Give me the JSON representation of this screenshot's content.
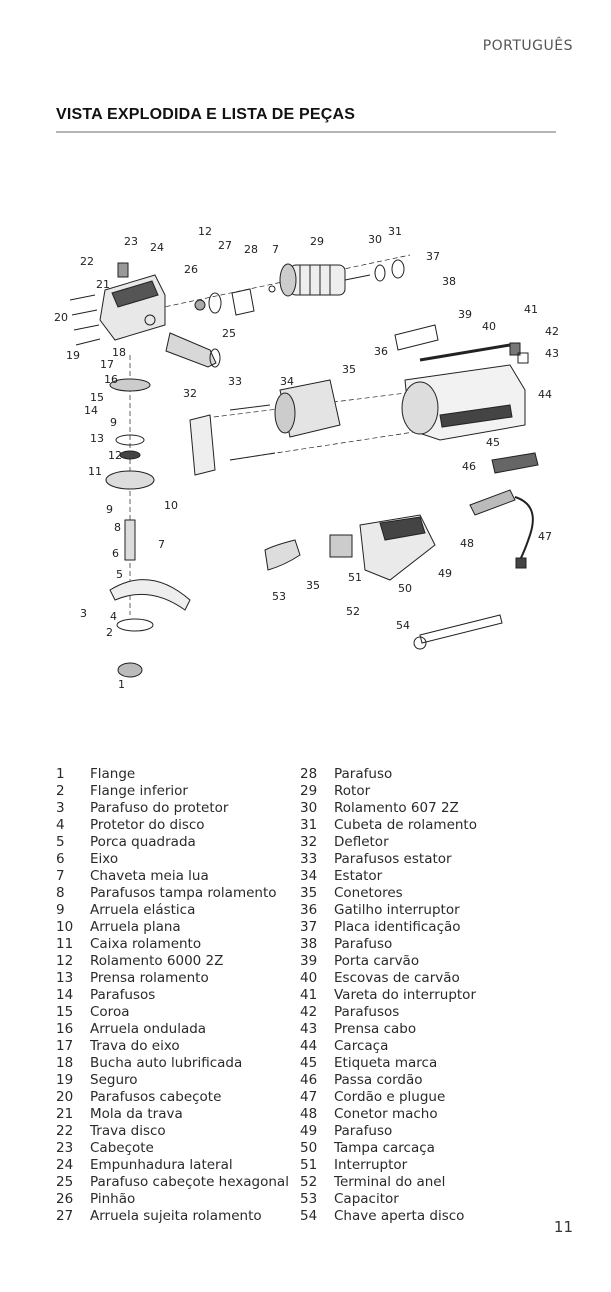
{
  "header": {
    "language": "PORTUGUÊS"
  },
  "section_title": "VISTA EXPLODIDA E LISTA DE PEÇAS",
  "diagram_labels": [
    "1",
    "2",
    "3",
    "4",
    "5",
    "6",
    "7",
    "8",
    "9",
    "10",
    "11",
    "12",
    "13",
    "14",
    "15",
    "16",
    "17",
    "18",
    "19",
    "20",
    "21",
    "22",
    "23",
    "24",
    "25",
    "26",
    "27",
    "28",
    "7",
    "29",
    "30",
    "31",
    "37",
    "38",
    "39",
    "40",
    "41",
    "42",
    "43",
    "44",
    "45",
    "46",
    "47",
    "48",
    "49",
    "50",
    "51",
    "52",
    "53",
    "35",
    "54",
    "36",
    "32",
    "33",
    "34",
    "35",
    "9",
    "12"
  ],
  "parts_left": [
    {
      "n": "1",
      "name": "Flange"
    },
    {
      "n": "2",
      "name": "Flange inferior"
    },
    {
      "n": "3",
      "name": "Parafuso do protetor"
    },
    {
      "n": "4",
      "name": "Protetor do disco"
    },
    {
      "n": "5",
      "name": "Porca quadrada"
    },
    {
      "n": "6",
      "name": "Eixo"
    },
    {
      "n": "7",
      "name": "Chaveta meia lua"
    },
    {
      "n": "8",
      "name": "Parafusos tampa rolamento"
    },
    {
      "n": "9",
      "name": "Arruela elástica"
    },
    {
      "n": "10",
      "name": "Arruela plana"
    },
    {
      "n": "11",
      "name": "Caixa rolamento"
    },
    {
      "n": "12",
      "name": "Rolamento 6000 2Z"
    },
    {
      "n": "13",
      "name": "Prensa rolamento"
    },
    {
      "n": "14",
      "name": "Parafusos"
    },
    {
      "n": "15",
      "name": "Coroa"
    },
    {
      "n": "16",
      "name": "Arruela ondulada"
    },
    {
      "n": "17",
      "name": "Trava do eixo"
    },
    {
      "n": "18",
      "name": "Bucha auto lubrificada"
    },
    {
      "n": "19",
      "name": "Seguro"
    },
    {
      "n": "20",
      "name": "Parafusos cabeçote"
    },
    {
      "n": "21",
      "name": "Mola da trava"
    },
    {
      "n": "22",
      "name": "Trava disco"
    },
    {
      "n": "23",
      "name": "Cabeçote"
    },
    {
      "n": "24",
      "name": "Empunhadura lateral"
    },
    {
      "n": "25",
      "name": "Parafuso cabeçote hexagonal"
    },
    {
      "n": "26",
      "name": "Pinhão"
    },
    {
      "n": "27",
      "name": "Arruela sujeita rolamento"
    }
  ],
  "parts_right": [
    {
      "n": "28",
      "name": "Parafuso"
    },
    {
      "n": "29",
      "name": "Rotor"
    },
    {
      "n": "30",
      "name": "Rolamento 607 2Z"
    },
    {
      "n": "31",
      "name": "Cubeta de rolamento"
    },
    {
      "n": "32",
      "name": "Defletor"
    },
    {
      "n": "33",
      "name": "Parafusos estator"
    },
    {
      "n": "34",
      "name": "Estator"
    },
    {
      "n": "35",
      "name": "Conetores"
    },
    {
      "n": "36",
      "name": "Gatilho interruptor"
    },
    {
      "n": "37",
      "name": "Placa identificação"
    },
    {
      "n": "38",
      "name": "Parafuso"
    },
    {
      "n": "39",
      "name": "Porta carvão"
    },
    {
      "n": "40",
      "name": "Escovas de carvão"
    },
    {
      "n": "41",
      "name": "Vareta do interruptor"
    },
    {
      "n": "42",
      "name": "Parafusos"
    },
    {
      "n": "43",
      "name": "Prensa cabo"
    },
    {
      "n": "44",
      "name": "Carcaça"
    },
    {
      "n": "45",
      "name": "Etiqueta marca"
    },
    {
      "n": "46",
      "name": "Passa cordão"
    },
    {
      "n": "47",
      "name": "Cordão e plugue"
    },
    {
      "n": "48",
      "name": "Conetor macho"
    },
    {
      "n": "49",
      "name": "Parafuso"
    },
    {
      "n": "50",
      "name": "Tampa carcaça"
    },
    {
      "n": "51",
      "name": "Interruptor"
    },
    {
      "n": "52",
      "name": "Terminal do anel"
    },
    {
      "n": "53",
      "name": "Capacitor"
    },
    {
      "n": "54",
      "name": "Chave aperta disco"
    }
  ],
  "page_number": "11"
}
